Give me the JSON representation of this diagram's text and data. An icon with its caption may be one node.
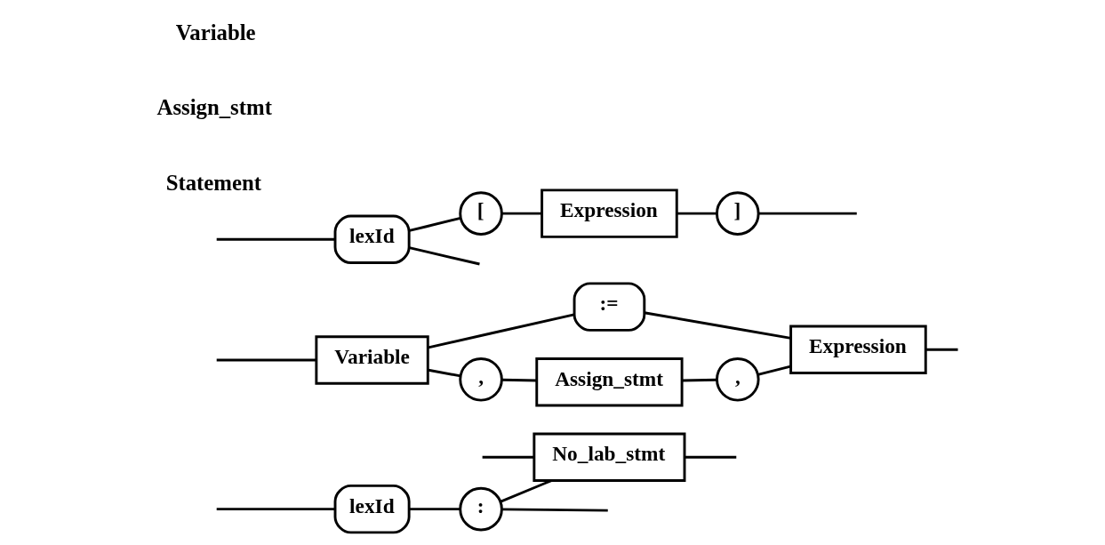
{
  "diagram": {
    "nodes": [
      {
        "text": [
          "lexId"
        ]
      },
      {
        "text": [
          ":"
        ]
      },
      {
        "text": [
          "No_lab_stmt"
        ]
      },
      {
        "text": [
          "Variable"
        ]
      },
      {
        "text": [
          ":="
        ]
      },
      {
        "text": [
          ","
        ]
      },
      {
        "text": [
          "Assign_stmt"
        ]
      },
      {
        "text": [
          ","
        ]
      },
      {
        "text": [
          "Expression"
        ]
      },
      {
        "text": [
          "lexId"
        ]
      },
      {
        "text": [
          "["
        ]
      },
      {
        "text": [
          "Expression"
        ]
      },
      {
        "text": [
          "]"
        ]
      }
    ],
    "edges": [
      {
        "from": null,
        "to": 0,
        "arrow": "none"
      },
      {
        "from": null,
        "to": 2,
        "arrow": "none"
      },
      {
        "from": 0,
        "to": 1,
        "arrow": "none"
      },
      {
        "from": 1,
        "to": 2,
        "arrow": "none"
      },
      {
        "from": 2,
        "to": null,
        "arrow": "none"
      },
      {
        "from": 1,
        "to": null,
        "arrow": "none"
      },
      {
        "from": null,
        "to": 3,
        "arrow": "none"
      },
      {
        "from": 3,
        "to": 4,
        "arrow": "none"
      },
      {
        "from": 3,
        "to": 5,
        "arrow": "none"
      },
      {
        "from": 4,
        "to": 8,
        "arrow": "none"
      },
      {
        "from": 5,
        "to": 6,
        "arrow": "none"
      },
      {
        "from": 6,
        "to": 7,
        "arrow": "none"
      },
      {
        "from": 7,
        "to": 8,
        "arrow": "none"
      },
      {
        "from": 8,
        "to": null,
        "arrow": "none"
      },
      {
        "from": null,
        "to": 9,
        "arrow": "none"
      },
      {
        "from": 9,
        "to": 10,
        "arrow": "none"
      },
      {
        "from": 10,
        "to": 11,
        "arrow": "none"
      },
      {
        "from": 11,
        "to": 12,
        "arrow": "none"
      },
      {
        "from": 12,
        "to": null,
        "arrow": "none"
      },
      {
        "from": 9,
        "to": null,
        "arrow": "none"
      }
    ],
    "labels": [
      "Statement",
      "Assign_stmt",
      "Variable"
    ]
  }
}
